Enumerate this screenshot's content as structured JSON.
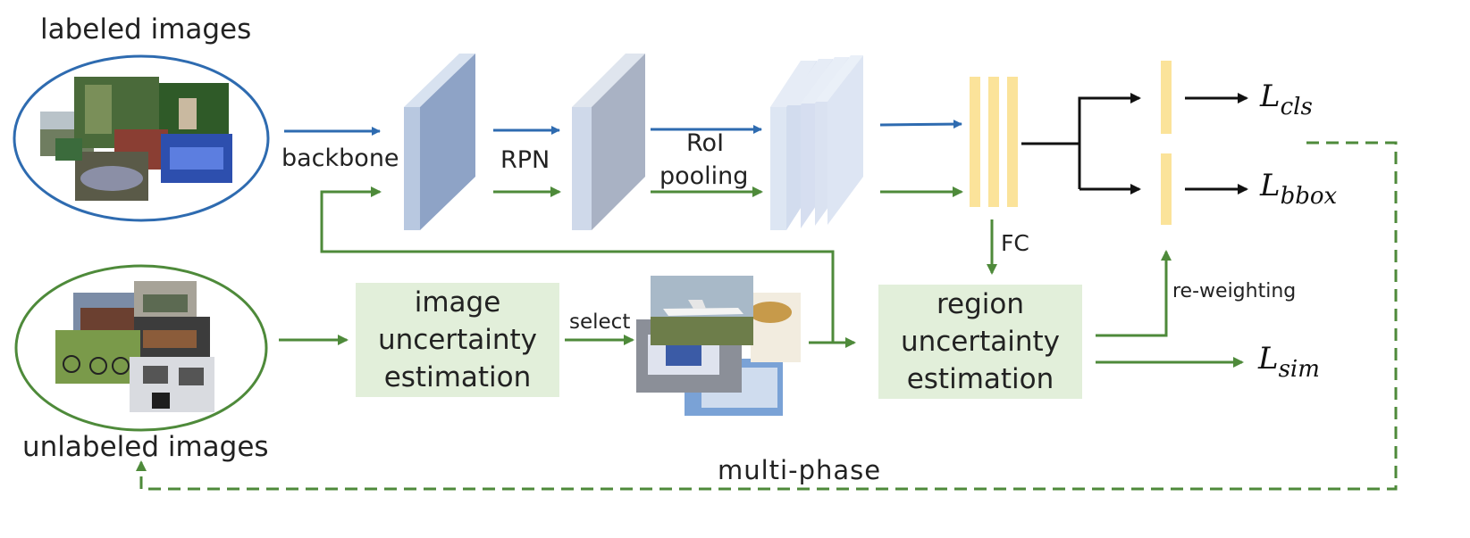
{
  "labels": {
    "labeled_images": "labeled images",
    "unlabeled_images": "unlabeled images",
    "backbone": "backbone",
    "rpn": "RPN",
    "roi_line1": "RoI",
    "roi_line2": "pooling",
    "fc": "FC",
    "select": "select",
    "re_weighting": "re-weighting",
    "multi_phase": "multi-phase"
  },
  "boxes": {
    "image_uncertainty": {
      "line1": "image",
      "line2": "uncertainty",
      "line3": "estimation"
    },
    "region_uncertainty": {
      "line1": "region",
      "line2": "uncertainty",
      "line3": "estimation"
    }
  },
  "losses": {
    "cls": {
      "base": "L",
      "sub": "cls"
    },
    "bbox": {
      "base": "L",
      "sub": "bbox"
    },
    "sim": {
      "base": "L",
      "sub": "sim"
    }
  },
  "colors": {
    "blue_arrow": "#2e6bb0",
    "green_arrow": "#4e8a3a",
    "black_arrow": "#111111",
    "box_fill": "#e2efda",
    "fc_bar": "#fbe39a",
    "layer_front": "#b8c8e0",
    "layer_side": "#8ea3c6"
  }
}
